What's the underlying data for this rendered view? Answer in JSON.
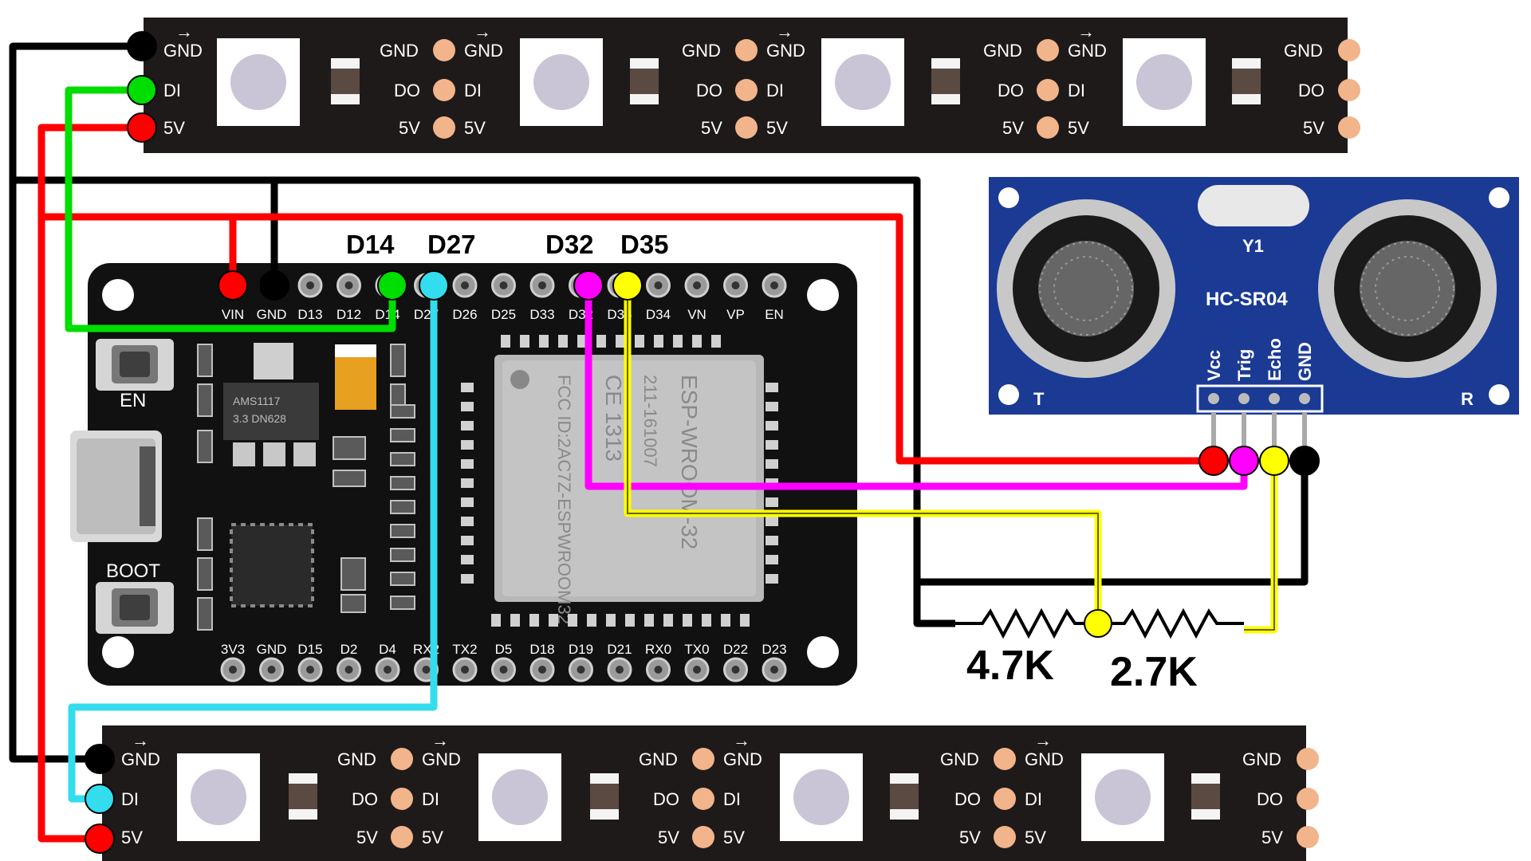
{
  "colors": {
    "strip": "#1f1a1a",
    "pad": "#f2b48a",
    "board": "#111111",
    "sensor": "#1b3a94",
    "wire_gnd": "#000000",
    "wire_5v": "#ff0000",
    "wire_green": "#00dd00",
    "wire_cyan": "#33ddee",
    "wire_magenta": "#ff00ff",
    "wire_yellow": "#ffff00"
  },
  "strip": {
    "gnd": "GND",
    "di": "DI",
    "do": "DO",
    "v5": "5V",
    "arrow": "→"
  },
  "board": {
    "top_pins": [
      "VIN",
      "GND",
      "D13",
      "D12",
      "D14",
      "D27",
      "D26",
      "D25",
      "D33",
      "D32",
      "D35",
      "D34",
      "VN",
      "VP",
      "EN"
    ],
    "bottom_pins": [
      "3V3",
      "GND",
      "D15",
      "D2",
      "D4",
      "RX2",
      "TX2",
      "D5",
      "D18",
      "D19",
      "D21",
      "RX0",
      "TX0",
      "D22",
      "D23"
    ],
    "en_label": "EN",
    "boot_label": "BOOT",
    "regulator_line1": "AMS1117",
    "regulator_line2": "3.3 DN628",
    "module_fcc": "FCC ID:2AC7Z-ESPWROOM32",
    "module_model": "ESP-WROOM-32",
    "module_ce": "CE 1313",
    "module_date": "211-161007"
  },
  "labels": {
    "d14": "D14",
    "d27": "D27",
    "d32": "D32",
    "d35": "D35"
  },
  "sensor": {
    "y1": "Y1",
    "model": "HC-SR04",
    "t": "T",
    "r": "R",
    "pins": [
      "Vcc",
      "Trig",
      "Echo",
      "GND"
    ]
  },
  "resistors": {
    "r1": "4.7K",
    "r2": "2.7K"
  }
}
